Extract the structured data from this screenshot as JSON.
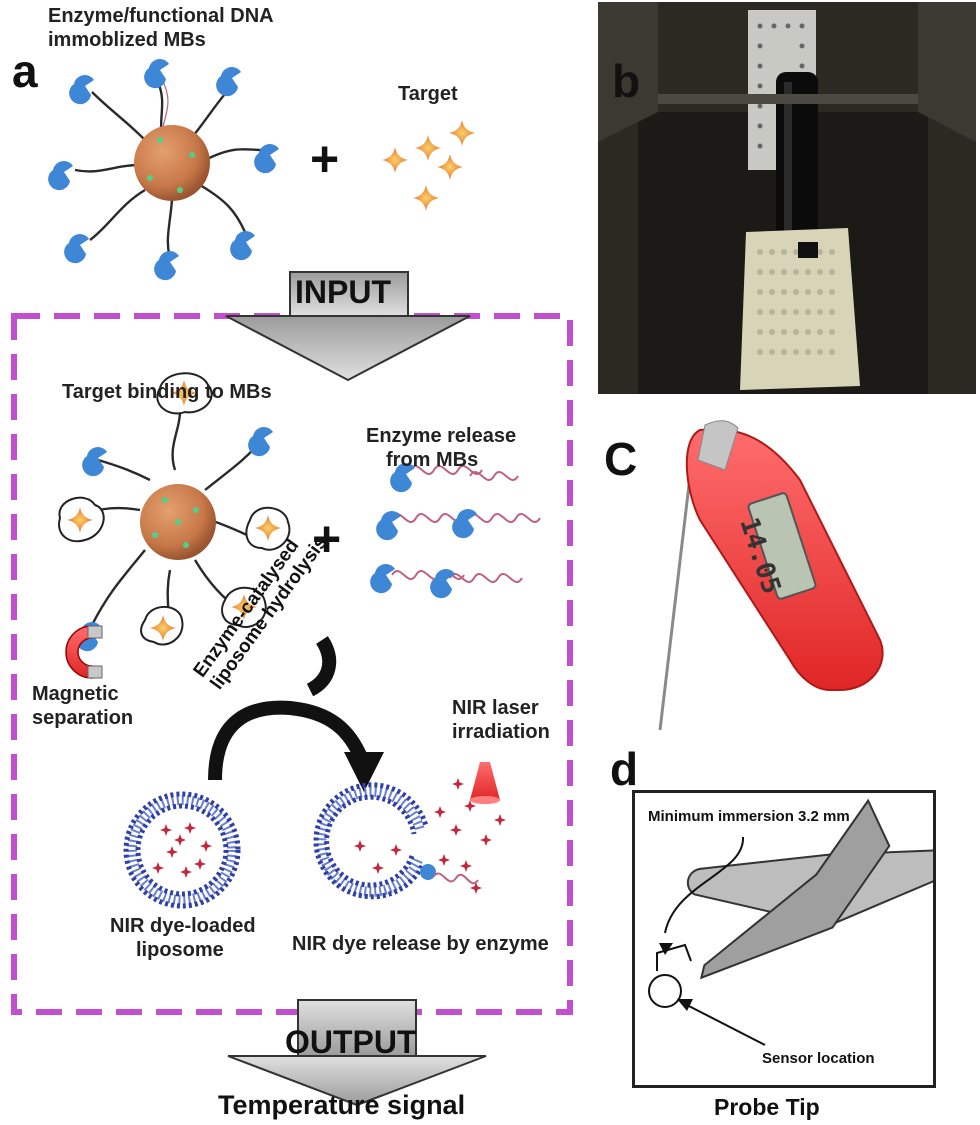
{
  "panels": {
    "a": "a",
    "b": "b",
    "c": "C",
    "d": "d"
  },
  "top": {
    "mbs_line1": "Enzyme/functional DNA",
    "mbs_line2": "immoblized MBs",
    "target": "Target",
    "plus": "+"
  },
  "input_label": "INPUT",
  "output_label": "OUTPUT",
  "middle": {
    "binding": "Target binding to MBs",
    "release_line1": "Enzyme release",
    "release_line2": "from MBs",
    "plus": "+",
    "magnetic_line1": "Magnetic",
    "magnetic_line2": "separation",
    "hydrolysis_line1": "Enzyme-catalysed",
    "hydrolysis_line2": "liposome hydrolysis",
    "nir_line1": "NIR laser",
    "nir_line2": "irradiation",
    "dye_loaded_line1": "NIR dye-loaded",
    "dye_loaded_line2": "liposome",
    "dye_release": "NIR dye release by enzyme"
  },
  "bottom_caption": "Temperature signal",
  "thermometer_reading": "14.05",
  "probe": {
    "immersion": "Minimum immersion 3.2 mm",
    "sensor": "Sensor location",
    "title": "Probe Tip"
  },
  "colors": {
    "bead": "#c87848",
    "enzyme": "#3e86d6",
    "dna": "#2a2a2a",
    "dash_frame": "#c24fcf",
    "star": "#e8772e",
    "dye": "#c0283a",
    "liposome": "#2e3fa6",
    "thermometer": "#e63a38"
  }
}
